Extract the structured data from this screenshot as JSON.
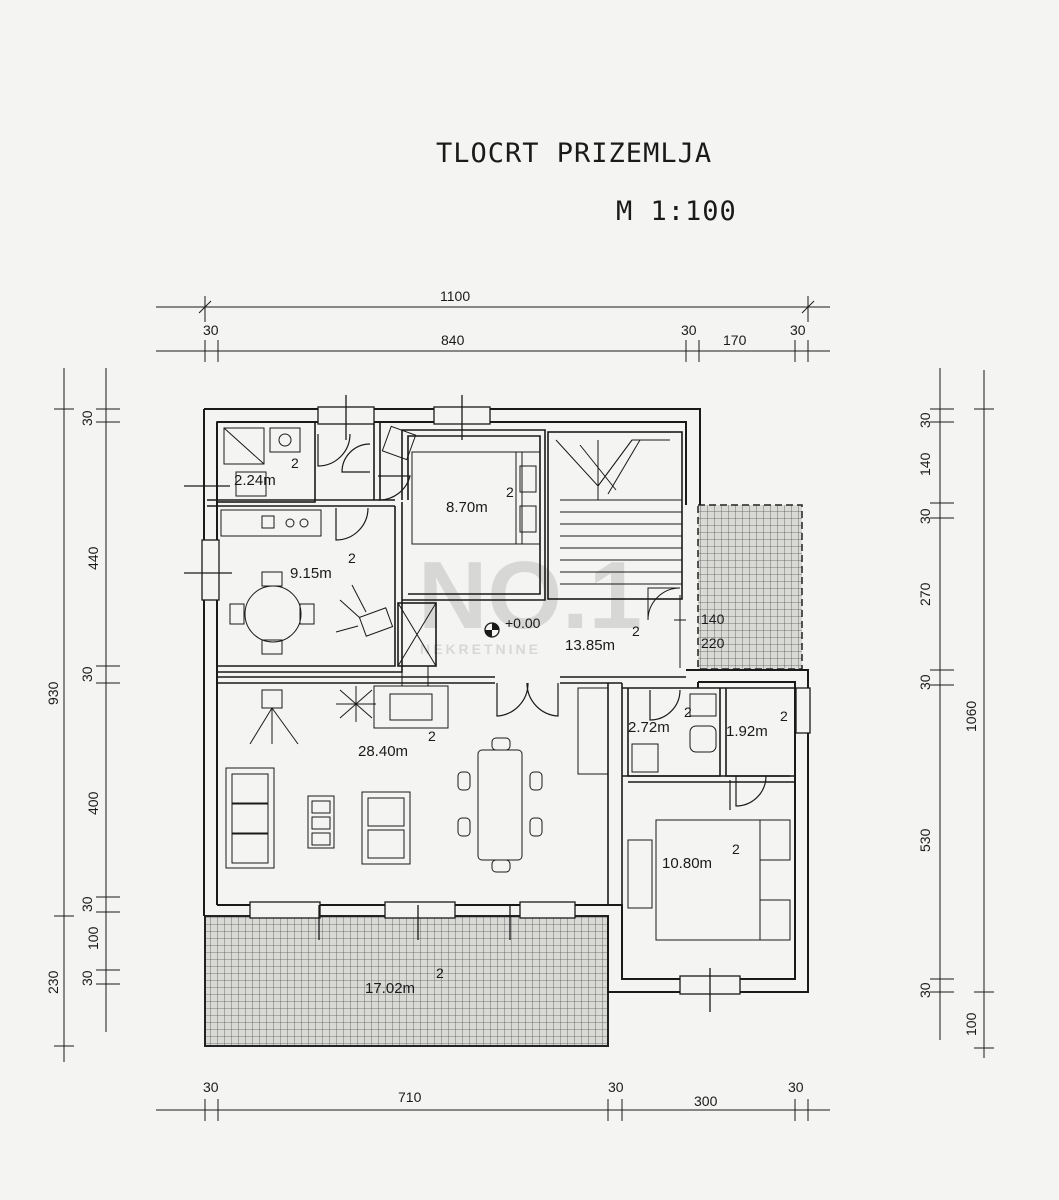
{
  "header": {
    "title": "TLOCRT PRIZEMLJA",
    "scale": "M 1:100"
  },
  "level_marker": "+0.00",
  "watermark": {
    "main": "NO.1",
    "sub": "NEKRETNINE"
  },
  "rooms": {
    "bathroom": "2.24m",
    "bedroom_small": "8.70m",
    "kitchen": "9.15m",
    "hall": "13.85m",
    "living": "28.40m",
    "bath2": "2.72m",
    "wc": "1.92m",
    "bedroom": "10.80m",
    "terrace": "17.02m",
    "sup": "2"
  },
  "dimensions": {
    "top_total": "1100",
    "top": [
      "30",
      "840",
      "30",
      "170",
      "30"
    ],
    "bottom": [
      "30",
      "710",
      "30",
      "300",
      "30"
    ],
    "left_total": "930",
    "left_total2": "230",
    "left": [
      "30",
      "440",
      "30",
      "400",
      "30",
      "100",
      "30"
    ],
    "right_total": "1060",
    "right": [
      "30",
      "140",
      "30",
      "270",
      "30",
      "530",
      "30",
      "100"
    ],
    "inner": [
      "140",
      "220"
    ]
  }
}
